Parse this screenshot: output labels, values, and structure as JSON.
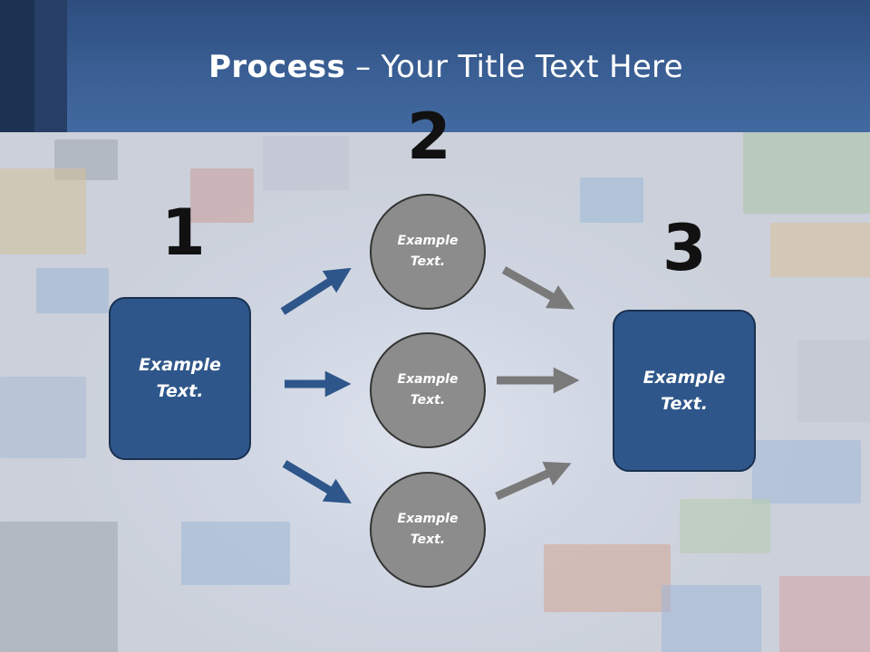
{
  "title": {
    "bold": "Process",
    "rest": " – Your Title Text Here"
  },
  "steps": {
    "one": {
      "number": "1",
      "text_line1": "Example",
      "text_line2": "Text."
    },
    "two": {
      "number": "2"
    },
    "three": {
      "number": "3",
      "text_line1": "Example",
      "text_line2": "Text."
    }
  },
  "circles": [
    {
      "line1": "Example",
      "line2": "Text."
    },
    {
      "line1": "Example",
      "line2": "Text."
    },
    {
      "line1": "Example",
      "line2": "Text."
    }
  ],
  "colors": {
    "header": "#3a5f94",
    "box": "#2e568a",
    "circle": "#8c8c8c",
    "arrow_blue": "#2e568a",
    "arrow_gray": "#7a7a7a"
  }
}
